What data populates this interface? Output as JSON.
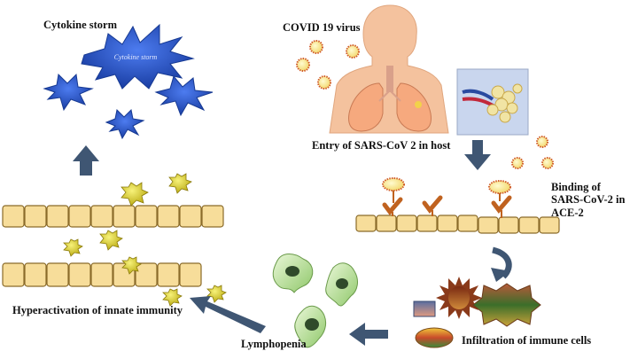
{
  "labels": {
    "cytokine_storm": "Cytokine storm",
    "cytokine_storm_inner": "Cytokine storm",
    "covid_virus": "COVID 19 virus",
    "entry": "Entry of SARS-CoV 2 in host",
    "binding": "Binding of SARS-CoV-2 in ACE-2",
    "infiltration": "Infiltration of immune cells",
    "lymphopenia": "Lymphopenia",
    "hyperactivation": "Hyperactivation of innate immunity"
  },
  "colors": {
    "arrow": "#3f5673",
    "cell_fill": "#f7dd9a",
    "cell_stroke": "#8a6b2a",
    "virus_core": "#fff39a",
    "virus_spike": "#d05a2a",
    "storm_blue": "#2a57c9",
    "receptor": "#c0621f",
    "lymph_green": "#b6e08a",
    "body_skin": "#f4c29e",
    "lung": "#f6a97e"
  },
  "icons": [
    "virus-icon",
    "human-torso-icon",
    "lungs-icon",
    "alveoli-icon",
    "receptor-icon",
    "immune-cell-icon",
    "lymphocyte-icon",
    "cytokine-burst-icon",
    "flow-arrow-icon"
  ]
}
